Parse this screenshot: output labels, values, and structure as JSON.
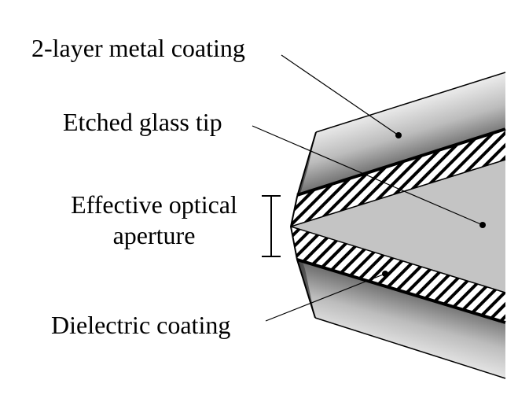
{
  "labels": {
    "metal_coating": "2-layer metal coating",
    "glass_tip": "Etched glass tip",
    "aperture_line1": "Effective optical",
    "aperture_line2": "aperture",
    "dielectric_coating": "Dielectric coating"
  }
}
